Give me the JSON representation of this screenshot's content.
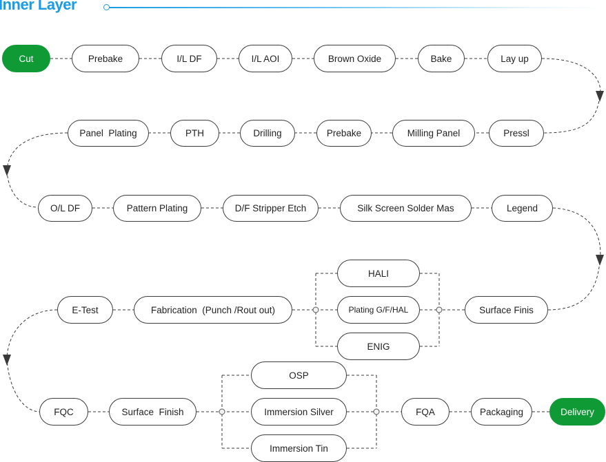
{
  "header": {
    "title": "Inner Layer"
  },
  "colors": {
    "accent": "#1a9be6",
    "terminal": "#0f9a36",
    "stroke": "#3a3a3a"
  },
  "nodes": {
    "cut": "Cut",
    "prebake1": "Prebake",
    "il_df": "I/L DF",
    "il_aoi": "I/L AOI",
    "brown_oxide": "Brown Oxide",
    "bake": "Bake",
    "lay_up": "Lay up",
    "press": "Pressl",
    "milling_panel": "Milling Panel",
    "prebake2": "Prebake",
    "drilling": "Drilling",
    "pth": "PTH",
    "panel_plating": "Panel  Plating",
    "ol_df": "O/L DF",
    "pattern_plating": "Pattern Plating",
    "df_stripper_etch": "D/F Stripper Etch",
    "silk_screen": "Silk Screen Solder Mas",
    "legend": "Legend",
    "surface_finis": "Surface Finis",
    "hali": "HALI",
    "plating_gf_hal": "Plating G/F/HAL",
    "enig": "ENIG",
    "fabrication": "Fabrication  (Punch /Rout out)",
    "e_test": "E-Test",
    "fqc": "FQC",
    "surface_finish": "Surface  Finish",
    "osp": "OSP",
    "immersion_silver": "Immersion Silver",
    "immersion_tin": "Immersion Tin",
    "fqa": "FQA",
    "packaging": "Packaging",
    "delivery": "Delivery"
  }
}
